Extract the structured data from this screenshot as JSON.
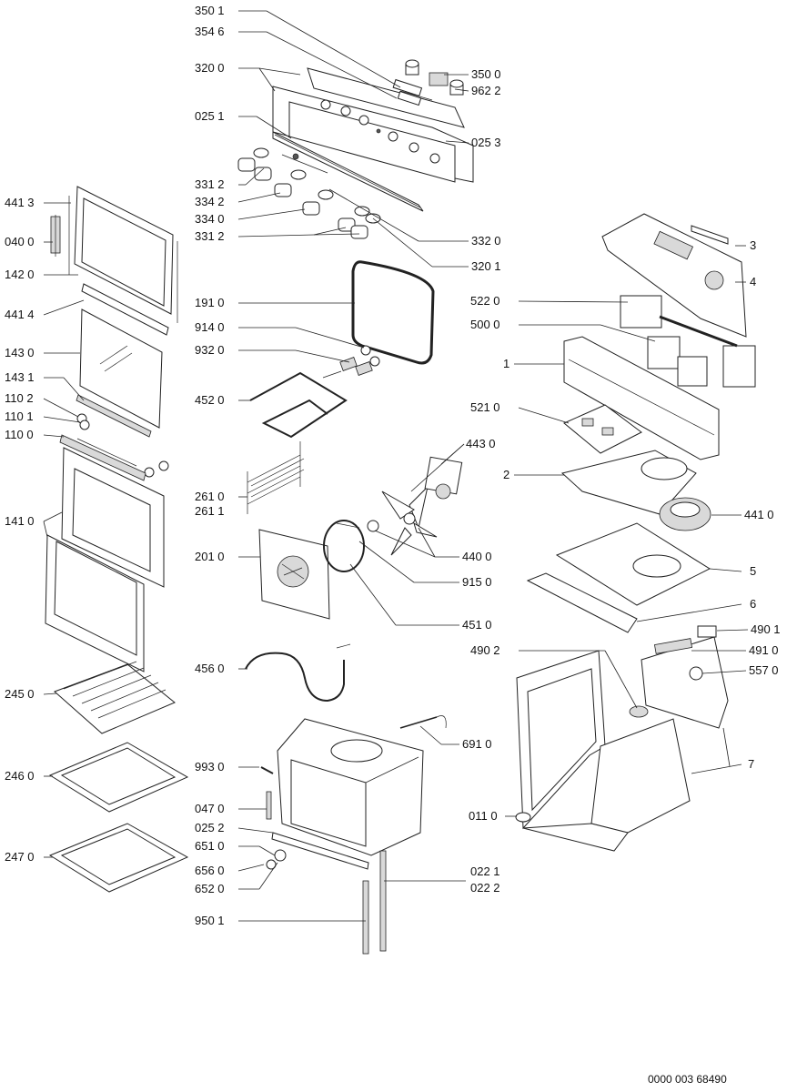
{
  "diagram": {
    "document_number": "0000 003 68490",
    "labels": [
      {
        "id": "l3501",
        "text": "350 1"
      },
      {
        "id": "l3546",
        "text": "354 6"
      },
      {
        "id": "l3500",
        "text": "350 0"
      },
      {
        "id": "l9622",
        "text": "962 2"
      },
      {
        "id": "l3200",
        "text": "320 0"
      },
      {
        "id": "l0251",
        "text": "025 1"
      },
      {
        "id": "l0253",
        "text": "025 3"
      },
      {
        "id": "l3312a",
        "text": "331 2"
      },
      {
        "id": "l3342",
        "text": "334 2"
      },
      {
        "id": "l3340",
        "text": "334 0"
      },
      {
        "id": "l3312b",
        "text": "331 2"
      },
      {
        "id": "l3320",
        "text": "332 0"
      },
      {
        "id": "l3201",
        "text": "320 1"
      },
      {
        "id": "l4413",
        "text": "441 3"
      },
      {
        "id": "l0400",
        "text": "040 0"
      },
      {
        "id": "l1420",
        "text": "142 0"
      },
      {
        "id": "l4414",
        "text": "441 4"
      },
      {
        "id": "l1430",
        "text": "143 0"
      },
      {
        "id": "l1431",
        "text": "143 1"
      },
      {
        "id": "l1102",
        "text": "110 2"
      },
      {
        "id": "l1101",
        "text": "110 1"
      },
      {
        "id": "l1100",
        "text": "110 0"
      },
      {
        "id": "l1410",
        "text": "141 0"
      },
      {
        "id": "l2450",
        "text": "245 0"
      },
      {
        "id": "l2460",
        "text": "246 0"
      },
      {
        "id": "l2470",
        "text": "247 0"
      },
      {
        "id": "l1910",
        "text": "191 0"
      },
      {
        "id": "l9140",
        "text": "914 0"
      },
      {
        "id": "l9320",
        "text": "932 0"
      },
      {
        "id": "l4520",
        "text": "452 0"
      },
      {
        "id": "l2610",
        "text": "261 0"
      },
      {
        "id": "l2611",
        "text": "261 1"
      },
      {
        "id": "l2010",
        "text": "201 0"
      },
      {
        "id": "l4560",
        "text": "456 0"
      },
      {
        "id": "l9930",
        "text": "993 0"
      },
      {
        "id": "l0470",
        "text": "047 0"
      },
      {
        "id": "l0252",
        "text": "025 2"
      },
      {
        "id": "l6510",
        "text": "651 0"
      },
      {
        "id": "l6560",
        "text": "656 0"
      },
      {
        "id": "l6520",
        "text": "652 0"
      },
      {
        "id": "l9501",
        "text": "950 1"
      },
      {
        "id": "l3",
        "text": "3"
      },
      {
        "id": "l4",
        "text": "4"
      },
      {
        "id": "l5220",
        "text": "522 0"
      },
      {
        "id": "l5000",
        "text": "500 0"
      },
      {
        "id": "l1",
        "text": "1"
      },
      {
        "id": "l5210",
        "text": "521 0"
      },
      {
        "id": "l4430",
        "text": "443 0"
      },
      {
        "id": "l2",
        "text": "2"
      },
      {
        "id": "l4410",
        "text": "441 0"
      },
      {
        "id": "l4400",
        "text": "440 0"
      },
      {
        "id": "l9150",
        "text": "915 0"
      },
      {
        "id": "l5",
        "text": "5"
      },
      {
        "id": "l6",
        "text": "6"
      },
      {
        "id": "l4510",
        "text": "451 0"
      },
      {
        "id": "l4901",
        "text": "490 1"
      },
      {
        "id": "l4902",
        "text": "490 2"
      },
      {
        "id": "l4910",
        "text": "491 0"
      },
      {
        "id": "l5570",
        "text": "557 0"
      },
      {
        "id": "l6910",
        "text": "691 0"
      },
      {
        "id": "l7",
        "text": "7"
      },
      {
        "id": "l0110",
        "text": "011 0"
      },
      {
        "id": "l0221",
        "text": "022 1"
      },
      {
        "id": "l0222",
        "text": "022 2"
      }
    ]
  }
}
